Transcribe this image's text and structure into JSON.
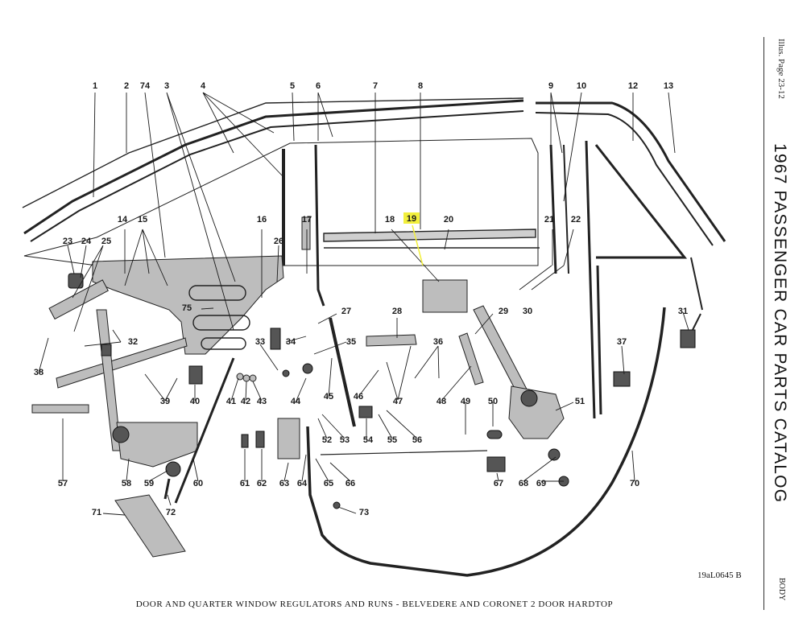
{
  "header": {
    "illustration_ref": "Illus. Page 23-12",
    "catalog_title": "1967 PASSENGER CAR PARTS CATALOG",
    "section": "BODY"
  },
  "figure_code": "19aL0645 B",
  "caption": "DOOR AND QUARTER WINDOW REGULATORS AND RUNS - BELVEDERE AND CORONET 2 DOOR HARDTOP",
  "highlight_color": "#f2ef3c",
  "highlighted_callout": "19",
  "callouts": [
    "1",
    "2",
    "74",
    "3",
    "4",
    "5",
    "6",
    "7",
    "8",
    "9",
    "10",
    "12",
    "13",
    "14",
    "15",
    "16",
    "17",
    "18",
    "19",
    "20",
    "21",
    "22",
    "23",
    "24",
    "25",
    "26",
    "27",
    "28",
    "29",
    "30",
    "31",
    "32",
    "33",
    "34",
    "35",
    "36",
    "37",
    "38",
    "39",
    "40",
    "41",
    "42",
    "43",
    "44",
    "45",
    "46",
    "47",
    "48",
    "49",
    "50",
    "51",
    "52",
    "53",
    "54",
    "55",
    "56",
    "57",
    "58",
    "59",
    "60",
    "61",
    "62",
    "63",
    "64",
    "65",
    "66",
    "67",
    "68",
    "69",
    "70",
    "71",
    "72",
    "73",
    "75"
  ]
}
